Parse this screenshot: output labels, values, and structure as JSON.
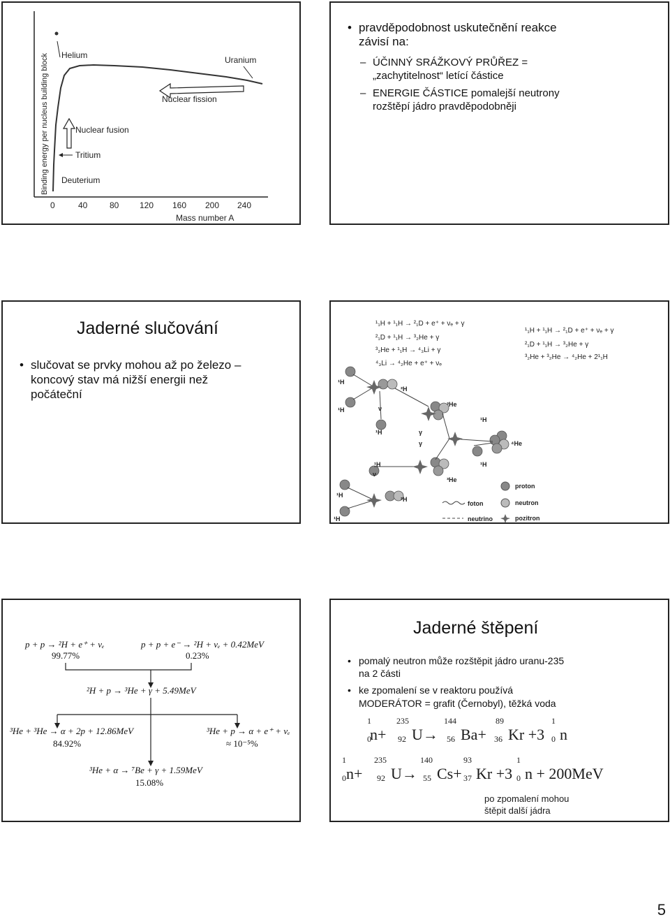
{
  "slide1": {
    "chart": {
      "y_axis_label": "Binding energy per nucleus building block",
      "x_axis_label": "Mass number A",
      "x_ticks": [
        "0",
        "40",
        "80",
        "120",
        "160",
        "200",
        "240"
      ],
      "annotations": {
        "helium": "Helium",
        "uranium": "Uranium",
        "nuclear_fission": "Nuclear fission",
        "nuclear_fusion": "Nuclear fusion",
        "tritium": "Tritium",
        "deuterium": "Deuterium"
      }
    },
    "bullet": {
      "line1": "pravděpodobnost uskutečnění reakce",
      "line2": "závisí na:"
    },
    "sub1": {
      "line1": "ÚČINNÝ SRÁŽKOVÝ PRŮŘEZ =",
      "line2": "„zachytitelnost“ letící částice"
    },
    "sub2": {
      "line1": "ENERGIE ČÁSTICE pomalejší neutrony",
      "line2": "rozštěpí jádro pravděpodobněji"
    }
  },
  "slide2": {
    "title": "Jaderné slučování",
    "bullet": {
      "line1": "slučovat se prvky mohou až po železo –",
      "line2": "koncový stav má nižší energii než",
      "line3": "počáteční"
    },
    "diagram": {
      "labels": {
        "h1": "¹H",
        "h2": "²H",
        "he3": "³He",
        "he4": "⁴He",
        "nu": "ν",
        "gamma": "γ"
      },
      "legend": {
        "proton": "proton",
        "neutron": "neutron",
        "foton": "foton",
        "neutrino": "neutrino",
        "pozitron": "pozitron"
      }
    }
  },
  "slide3": {
    "title": "Jaderné štěpení",
    "bullets": [
      {
        "line1": "pomalý neutron může rozštěpit jádro uranu-235",
        "line2": "na 2 části"
      },
      {
        "line1": "ke zpomalení se v reaktoru používá",
        "line2": "MODERÁTOR = grafit (Černobyl), těžká voda"
      }
    ],
    "pp_chain": {
      "pp": "99.77%",
      "pep": "0.23%",
      "he3he3": "84.92%",
      "hep": "≈ 10⁻⁵%",
      "he3alpha": "15.08%"
    },
    "note": {
      "line1": "po zpomalení mohou",
      "line2": "štěpit další jádra"
    }
  },
  "page_number": "5"
}
